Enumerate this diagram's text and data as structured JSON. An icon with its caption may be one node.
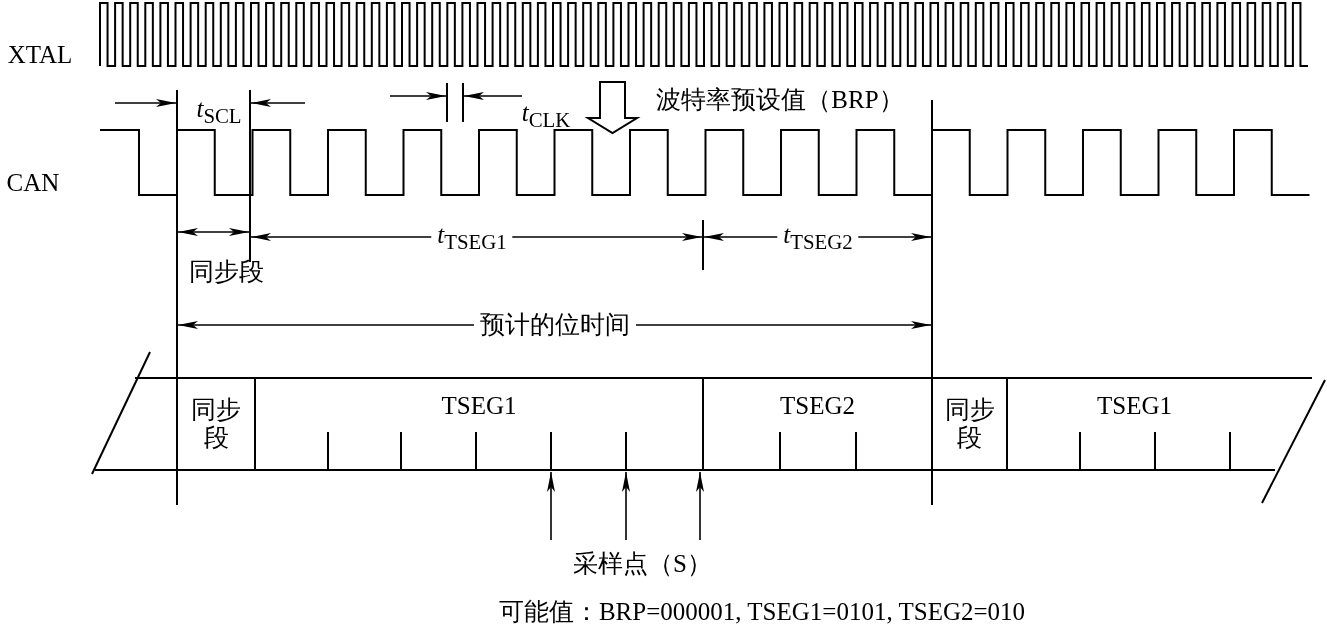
{
  "diagram": {
    "nodes": [
      {
        "text": [
          "同步段"
        ]
      },
      {
        "text": [
          "TSEG1"
        ]
      },
      {
        "text": [
          "TSEG2"
        ]
      },
      {
        "text": [
          "同步段"
        ]
      },
      {
        "text": [
          "TSEG1"
        ]
      },
      {
        "text": [
          "采样点（S）"
        ]
      }
    ],
    "edges": [
      {
        "from": 5,
        "to": null,
        "arrow": "to"
      },
      {
        "from": 5,
        "to": null,
        "arrow": "to"
      },
      {
        "from": 5,
        "to": null,
        "arrow": "to"
      }
    ],
    "labels": [
      "XTAL",
      "CAN",
      "*t*$_{SCL}$",
      "*t*$_{CLK}$",
      "波特率预设值（BRP）",
      "*t*$_{TSEG1}$",
      "*t*$_{TSEG2}$",
      "同步段",
      "预计的位时间",
      "可能值：BRP=000001, TSEG1=0101, TSEG2=010"
    ]
  }
}
